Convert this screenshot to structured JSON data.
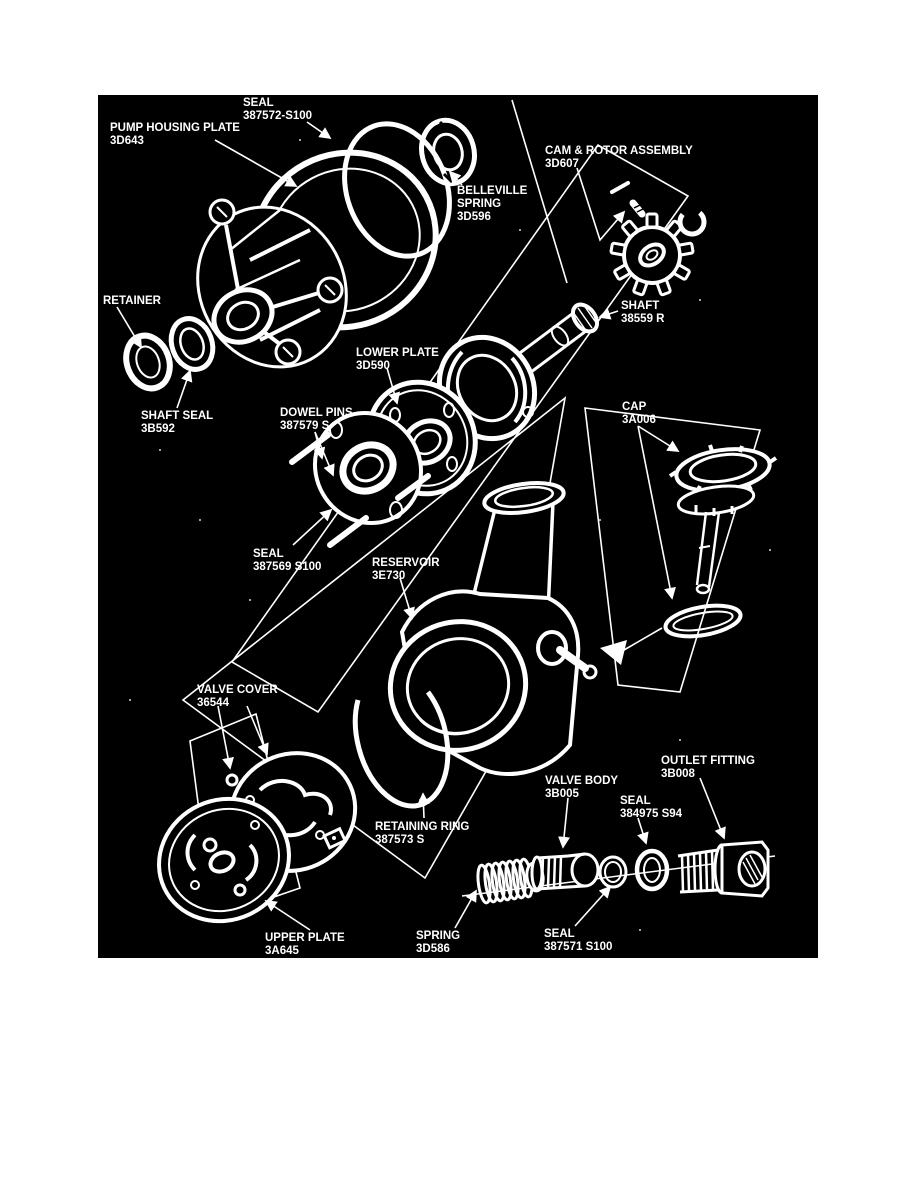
{
  "page": {
    "background": "#ffffff"
  },
  "diagram": {
    "title": "Power steering pump exploded view",
    "background": "#000000",
    "line_color": "#ffffff",
    "labels": [
      {
        "id": "seal-387572",
        "lines": [
          "SEAL",
          "387572-S100"
        ]
      },
      {
        "id": "pump-housing-plate",
        "lines": [
          "PUMP HOUSING PLATE",
          "3D643"
        ]
      },
      {
        "id": "cam-rotor-assembly",
        "lines": [
          "CAM & ROTOR ASSEMBLY",
          "3D607"
        ]
      },
      {
        "id": "belleville-spring",
        "lines": [
          "BELLEVILLE",
          "SPRING",
          "3D596"
        ]
      },
      {
        "id": "retainer",
        "lines": [
          "RETAINER"
        ]
      },
      {
        "id": "shaft-seal",
        "lines": [
          "SHAFT SEAL",
          "3B592"
        ]
      },
      {
        "id": "lower-plate",
        "lines": [
          "LOWER PLATE",
          "3D590"
        ]
      },
      {
        "id": "dowel-pins",
        "lines": [
          "DOWEL PINS",
          "387579 S"
        ]
      },
      {
        "id": "shaft",
        "lines": [
          "SHAFT",
          "38559 R"
        ]
      },
      {
        "id": "cap",
        "lines": [
          "CAP",
          "3A006"
        ]
      },
      {
        "id": "seal-387569",
        "lines": [
          "SEAL",
          "387569 S100"
        ]
      },
      {
        "id": "reservoir",
        "lines": [
          "RESERVOIR",
          "3E730"
        ]
      },
      {
        "id": "valve-cover",
        "lines": [
          "VALVE COVER",
          "36544"
        ]
      },
      {
        "id": "retaining-ring",
        "lines": [
          "RETAINING RING",
          "387573 S"
        ]
      },
      {
        "id": "upper-plate",
        "lines": [
          "UPPER PLATE",
          "3A645"
        ]
      },
      {
        "id": "spring",
        "lines": [
          "SPRING",
          "3D586"
        ]
      },
      {
        "id": "valve-body",
        "lines": [
          "VALVE BODY",
          "3B005"
        ]
      },
      {
        "id": "seal-384975",
        "lines": [
          "SEAL",
          "384975 S94"
        ]
      },
      {
        "id": "outlet-fitting",
        "lines": [
          "OUTLET FITTING",
          "3B008"
        ]
      },
      {
        "id": "seal-387571",
        "lines": [
          "SEAL",
          "387571 S100"
        ]
      }
    ]
  }
}
